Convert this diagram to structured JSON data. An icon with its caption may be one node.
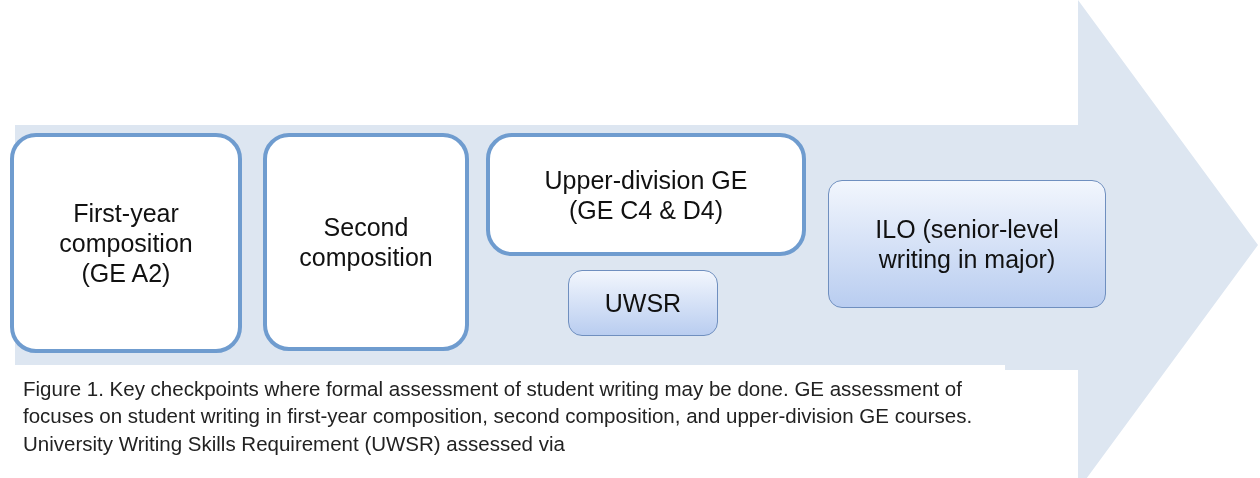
{
  "diagram": {
    "caption": "Figure 1. Key checkpoints where formal assessment of student writing may be done. GE assessment of focuses on student writing in first-year composition, second composition, and upper-division GE courses. University Writing Skills Requirement (UWSR) assessed via",
    "nodes": [
      {
        "text": [],
        "shape": "arrow"
      },
      {
        "text": [
          "First-year composition (GE A2)"
        ],
        "in": 0
      },
      {
        "text": [
          "Second composition"
        ],
        "in": 0
      },
      {
        "text": [
          "Upper-division GE (GE C4 & D4)"
        ],
        "in": 0
      },
      {
        "text": [
          "UWSR"
        ],
        "in": 0
      },
      {
        "text": [
          "ILO (senior-level writing in major)"
        ],
        "in": 0
      }
    ],
    "edges": []
  }
}
